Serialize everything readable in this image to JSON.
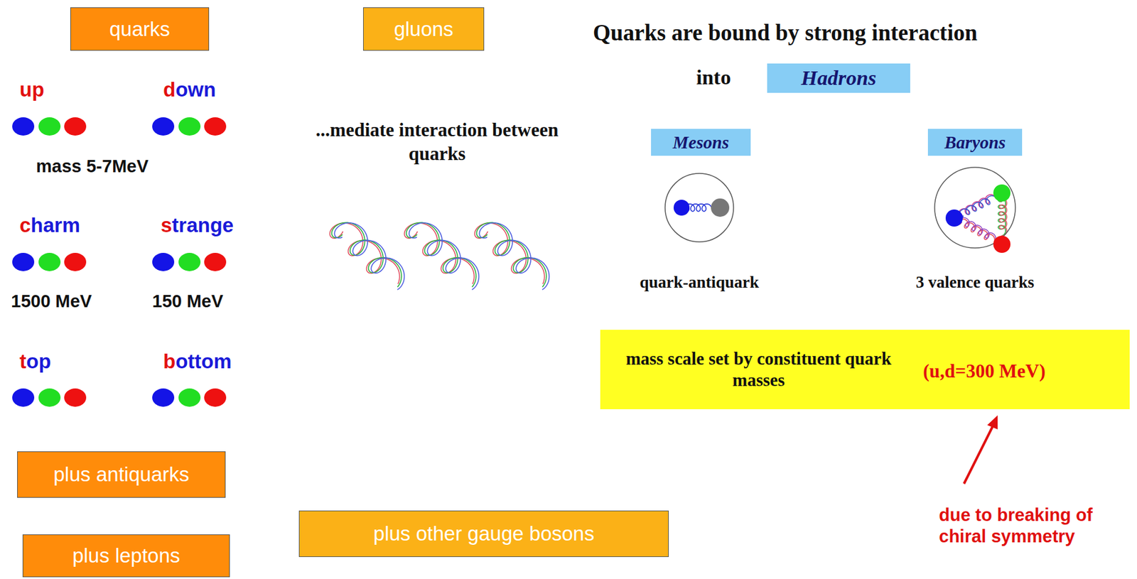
{
  "diagram": {
    "nodes": [
      {
        "text": [
          "quarks"
        ]
      },
      {
        "text": [
          "gluons"
        ]
      },
      {
        "text": [
          "Hadrons"
        ]
      },
      {
        "text": [
          "Mesons"
        ]
      },
      {
        "text": [
          "Baryons"
        ]
      },
      {
        "text": [
          "mass scale set by constituent quark masses",
          "(u,d=300 MeV)"
        ]
      },
      {
        "text": [
          "plus antiquarks"
        ]
      },
      {
        "text": [
          "plus other gauge bosons"
        ]
      },
      {
        "text": [
          "plus leptons"
        ]
      }
    ],
    "labels": [
      "up",
      "down",
      "mass 5-7MeV",
      "charm",
      "strange",
      "1500 MeV",
      "150 MeV",
      "top",
      "bottom",
      "...mediate interaction between quarks",
      "Quarks are bound by strong interaction",
      "into",
      "quark-antiquark",
      "3 valence quarks",
      "due to breaking of chiral symmetry"
    ]
  }
}
